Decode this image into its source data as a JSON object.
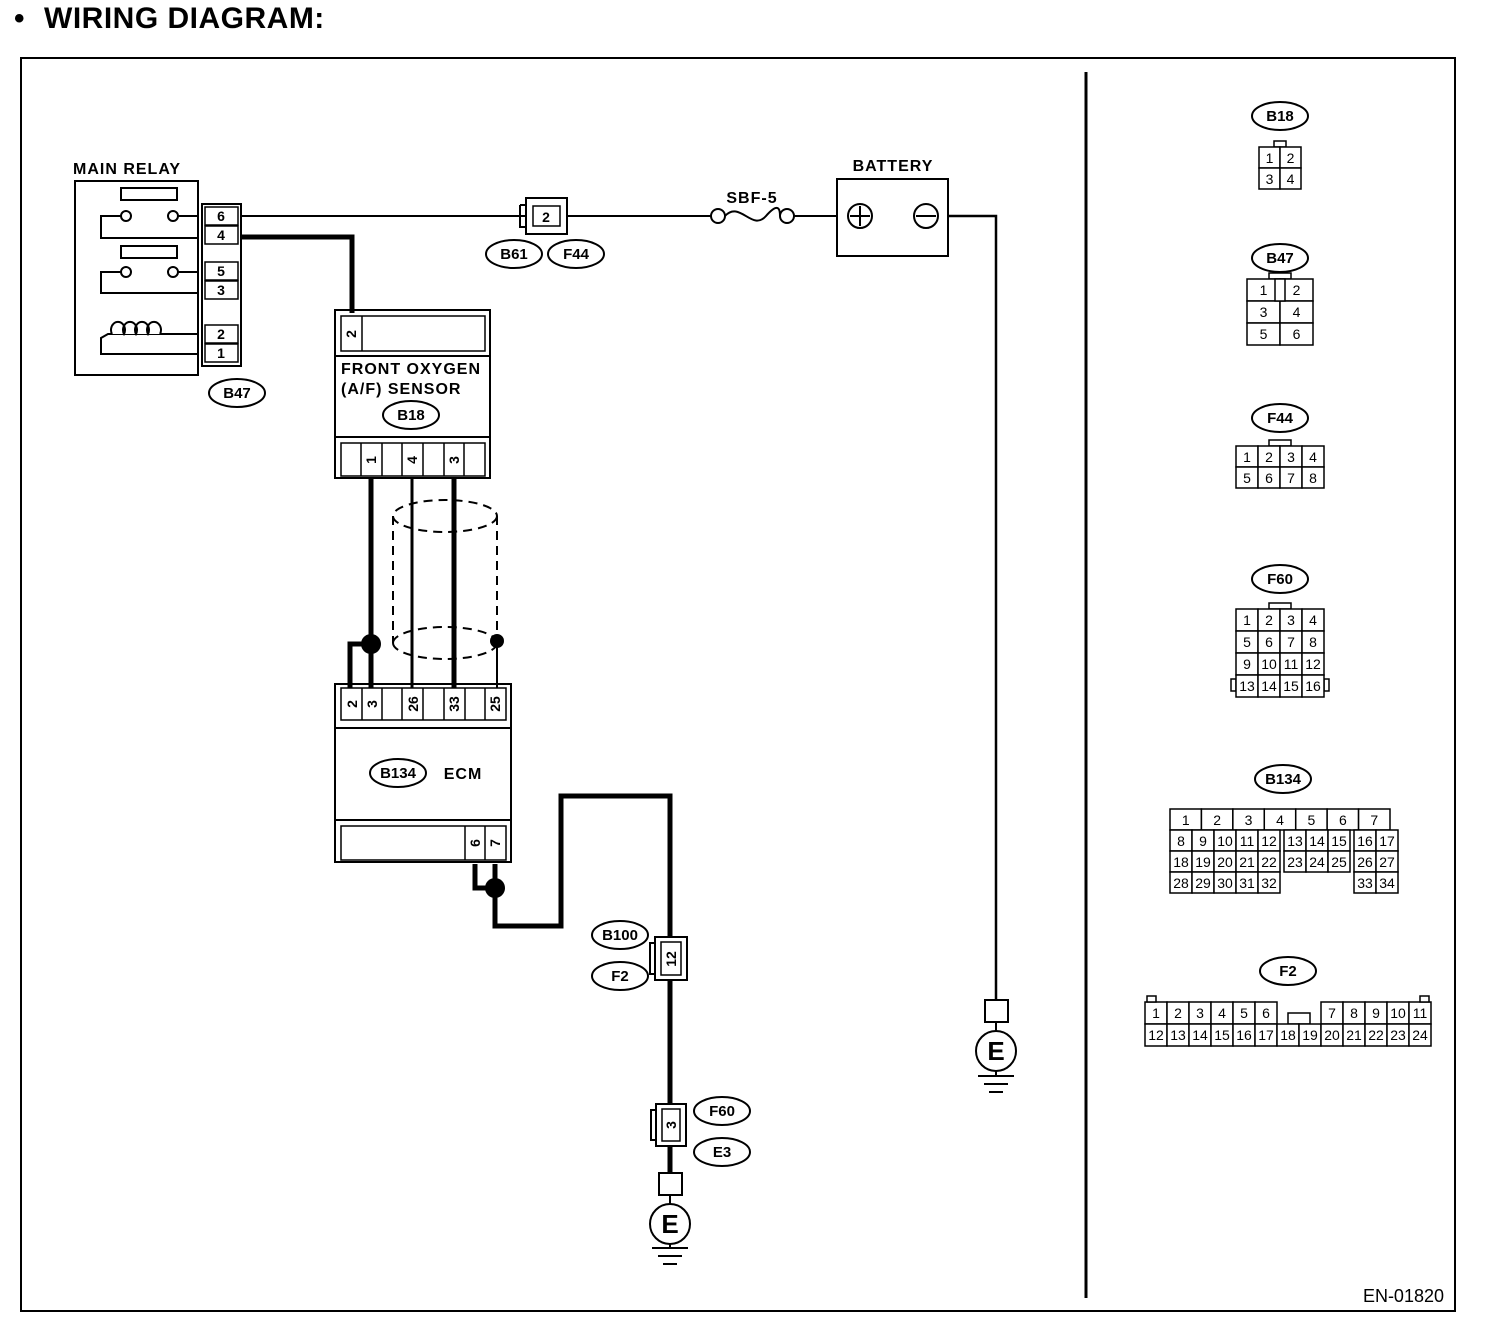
{
  "heading": {
    "bullet": "•",
    "title": "WIRING DIAGRAM:"
  },
  "labels": {
    "main_relay": "MAIN RELAY",
    "battery": "BATTERY",
    "fuse": "SBF-5",
    "sensor_line1": "FRONT OXYGEN",
    "sensor_line2": "(A/F) SENSOR",
    "ecm": "ECM",
    "ground": "E",
    "doc_id": "EN-01820"
  },
  "connector_ids": {
    "main_relay": "B47",
    "sensor": "B18",
    "ecm": "B134",
    "inline_battery_a": "B61",
    "inline_battery_b": "F44",
    "inline_ecm_a": "B100",
    "inline_ecm_b": "F2",
    "inline_ground_a": "F60",
    "inline_ground_b": "E3"
  },
  "pins": {
    "relay": [
      "6",
      "4",
      "5",
      "3",
      "2",
      "1"
    ],
    "inline_battery": "2",
    "sensor_top": "2",
    "sensor_bottom": [
      "1",
      "4",
      "3"
    ],
    "ecm_top": [
      "2",
      "3",
      "26",
      "33",
      "25"
    ],
    "ecm_bottom": [
      "6",
      "7"
    ],
    "inline_ecm": "12",
    "inline_ground": "3"
  },
  "connector_views": {
    "B18": {
      "name": "B18",
      "rows": [
        [
          "1",
          "2"
        ],
        [
          "3",
          "4"
        ]
      ]
    },
    "B47": {
      "name": "B47",
      "rows": [
        [
          "1",
          "2"
        ],
        [
          "3",
          "4"
        ],
        [
          "5",
          "6"
        ]
      ]
    },
    "F44": {
      "name": "F44",
      "rows": [
        [
          "1",
          "2",
          "3",
          "4"
        ],
        [
          "5",
          "6",
          "7",
          "8"
        ]
      ]
    },
    "F60": {
      "name": "F60",
      "rows": [
        [
          "1",
          "2",
          "3",
          "4"
        ],
        [
          "5",
          "6",
          "7",
          "8"
        ],
        [
          "9",
          "10",
          "11",
          "12"
        ],
        [
          "13",
          "14",
          "15",
          "16"
        ]
      ]
    },
    "B134": {
      "name": "B134",
      "rows": [
        [
          "1",
          "2",
          "3",
          "4",
          "5",
          "6",
          "7"
        ],
        [
          "8",
          "9",
          "10",
          "11",
          "12",
          "13",
          "14",
          "15",
          "16",
          "17"
        ],
        [
          "18",
          "19",
          "20",
          "21",
          "22",
          "23",
          "24",
          "25",
          "26",
          "27"
        ],
        [
          "28",
          "29",
          "30",
          "31",
          "32",
          "33",
          "34"
        ]
      ]
    },
    "F2": {
      "name": "F2",
      "rows": [
        [
          "1",
          "2",
          "3",
          "4",
          "5",
          "6",
          "7",
          "8",
          "9",
          "10",
          "11"
        ],
        [
          "12",
          "13",
          "14",
          "15",
          "16",
          "17",
          "18",
          "19",
          "20",
          "21",
          "22",
          "23",
          "24"
        ]
      ]
    }
  }
}
